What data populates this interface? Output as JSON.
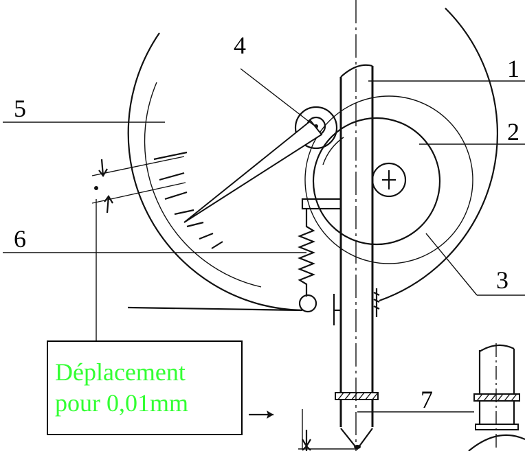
{
  "labels": [
    "1",
    "2",
    "3",
    "4",
    "5",
    "6",
    "7"
  ],
  "caption": {
    "line1": "Déplacement",
    "line2": "pour 0,01mm"
  },
  "colors": {
    "ink": "#111111",
    "caption_text": "#33ff33",
    "caption_border": "#000000",
    "background": "#ffffff"
  }
}
